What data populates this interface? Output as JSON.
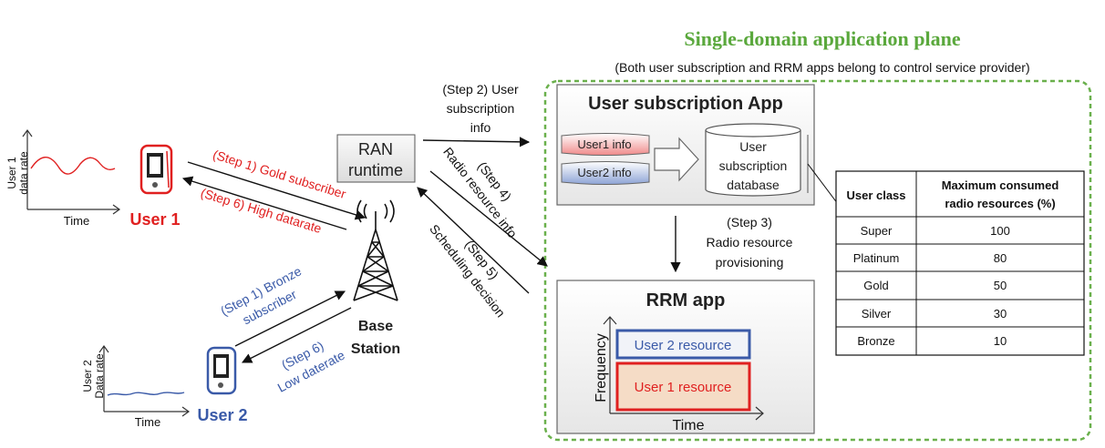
{
  "plane": {
    "title": "Single-domain application plane",
    "subtitle": "(Both user subscription and RRM apps belong to control service provider)"
  },
  "users": {
    "user1": {
      "label": "User 1",
      "ylabel": [
        "User 1",
        "data rate"
      ],
      "xlabel": "Time"
    },
    "user2": {
      "label": "User 2",
      "ylabel": [
        "User 2",
        "Data rate"
      ],
      "xlabel": "Time"
    }
  },
  "base_station": {
    "label": [
      "Base",
      "Station"
    ]
  },
  "ran_runtime": {
    "label": [
      "RAN",
      "runtime"
    ]
  },
  "steps": {
    "step2": [
      "(Step 2) User",
      "subscription",
      "info"
    ],
    "step1_gold": "(Step 1) Gold subscriber",
    "step6_high": "(Step 6) High datarate",
    "step1_bronze": [
      "(Step 1) Bronze",
      "subscriber"
    ],
    "step6_low": [
      "(Step 6)",
      "Low daterate"
    ],
    "step4": [
      "(Step 4)",
      "Radio resource info"
    ],
    "step5": [
      "(Step 5)",
      "Scheduling decision"
    ],
    "step3": [
      "(Step 3)",
      "Radio resource",
      "provisioning"
    ]
  },
  "subscription_app": {
    "title": "User subscription App",
    "user1_info": "User1 info",
    "user2_info": "User2 info",
    "database": [
      "User",
      "subscription",
      "database"
    ]
  },
  "rrm_app": {
    "title": "RRM app",
    "y_axis": "Frequency",
    "x_axis": "Time",
    "user2_resource": "User 2 resource",
    "user1_resource": "User 1 resource"
  },
  "class_table": {
    "headers": [
      "User class",
      "Maximum consumed",
      "radio resources (%)"
    ],
    "rows": [
      [
        "Super",
        "100"
      ],
      [
        "Platinum",
        "80"
      ],
      [
        "Gold",
        "50"
      ],
      [
        "Silver",
        "30"
      ],
      [
        "Bronze",
        "10"
      ]
    ]
  },
  "colors": {
    "green": "#6ab04c",
    "red": "#e02020",
    "blue": "#3a5aa8",
    "dark": "#222222"
  }
}
